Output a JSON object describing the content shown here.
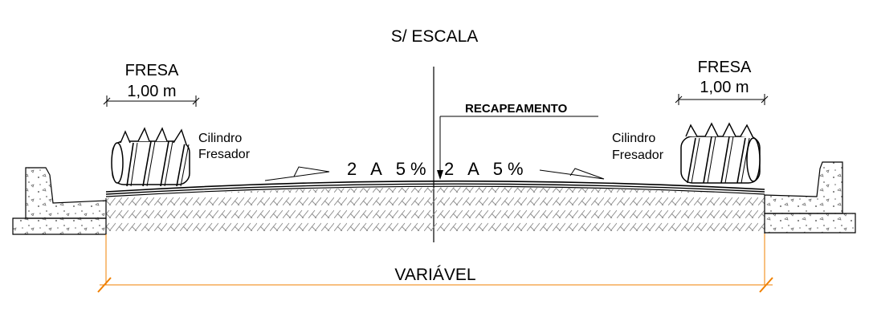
{
  "title": "S/ ESCALA",
  "mill_left": {
    "label": "FRESA",
    "width": "1,00 m",
    "drum_label_line1": "Cilindro",
    "drum_label_line2": "Fresador"
  },
  "mill_right": {
    "label": "FRESA",
    "width": "1,00 m",
    "drum_label_line1": "Cilindro",
    "drum_label_line2": "Fresador"
  },
  "overlay_label": "RECAPEAMENTO",
  "slope_left": "2 A 5%",
  "slope_right": "2 A 5%",
  "width_label": "VARIÁVEL",
  "colors": {
    "dimension_line": "#f08000",
    "drawing": "#000000",
    "hatch": "#8a8a8a"
  }
}
